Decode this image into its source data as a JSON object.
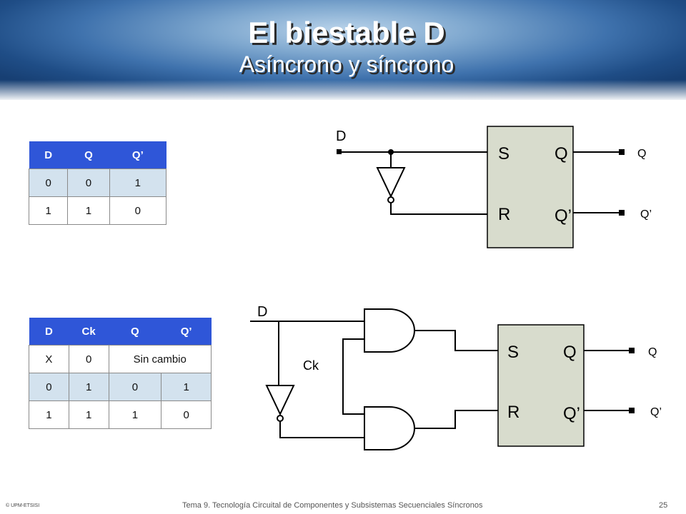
{
  "slide": {
    "title": "El biestable D",
    "subtitle": "Asíncrono y síncrono"
  },
  "table_async": {
    "headers": [
      "D",
      "Q",
      "Q’"
    ],
    "rows": [
      [
        "0",
        "0",
        "1"
      ],
      [
        "1",
        "1",
        "0"
      ]
    ]
  },
  "table_sync": {
    "headers": [
      "D",
      "Ck",
      "Q",
      "Q’"
    ],
    "rows": [
      [
        "X",
        "0",
        "Sin cambio"
      ],
      [
        "0",
        "1",
        "0",
        "1"
      ],
      [
        "1",
        "1",
        "1",
        "0"
      ]
    ]
  },
  "circuit_async": {
    "input_label": "D",
    "flipflop": {
      "s": "S",
      "r": "R",
      "q": "Q",
      "qn": "Q’"
    },
    "output_q": "Q",
    "output_qn": "Q’"
  },
  "circuit_sync": {
    "input_label": "D",
    "clock_label": "Ck",
    "flipflop": {
      "s": "S",
      "r": "R",
      "q": "Q",
      "qn": "Q’"
    },
    "output_q": "Q",
    "output_qn": "Q’"
  },
  "footer": {
    "left": "© UPM-ETSISI",
    "center": "Tema 9. Tecnología Circuital de Componentes y Subsistemas Secuenciales Síncronos",
    "page": "25"
  },
  "colors": {
    "table_header": "#2f56d8",
    "table_shade": "#d3e2ee",
    "flipflop_fill": "#d8dccd"
  }
}
